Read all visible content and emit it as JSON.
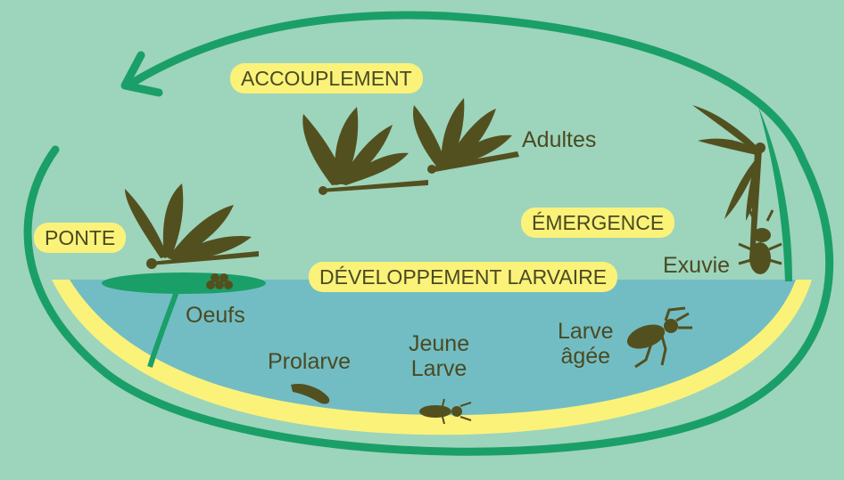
{
  "stages": {
    "accouplement": "ACCOUPLEMENT",
    "ponte": "PONTE",
    "emergence": "ÉMERGENCE",
    "developpement": "DÉVELOPPEMENT LARVAIRE"
  },
  "labels": {
    "adultes": "Adultes",
    "oeufs": "Oeufs",
    "prolarve": "Prolarve",
    "jeune_larve_1": "Jeune",
    "jeune_larve_2": "Larve",
    "larve_agee_1": "Larve",
    "larve_agee_2": "âgée",
    "exuvie": "Exuvie"
  },
  "colors": {
    "background": "#9dd4bc",
    "cycle_arrow": "#1a9f68",
    "water": "#72bdc4",
    "shore": "#fbf27a",
    "insect": "#53501f"
  }
}
